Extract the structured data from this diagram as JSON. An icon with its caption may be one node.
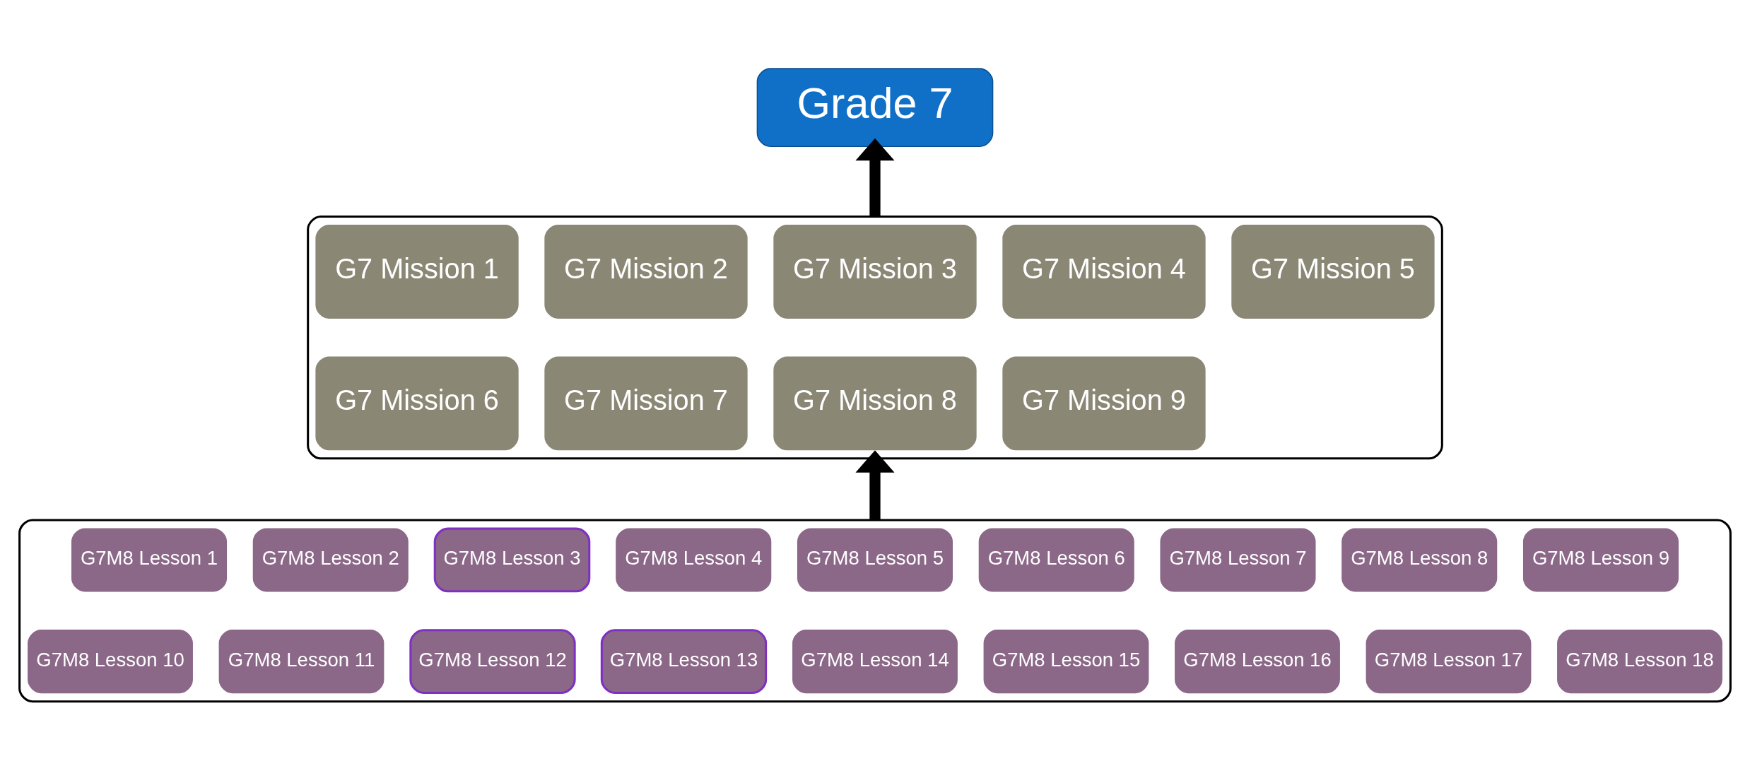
{
  "diagram": {
    "nodes": [
      {
        "text": [
          "Grade 7"
        ]
      },
      {
        "text": [],
        "shape": "box"
      },
      {
        "text": [
          "G7 Mission 1"
        ],
        "in": 1
      },
      {
        "text": [
          "G7 Mission 2"
        ],
        "in": 1
      },
      {
        "text": [
          "G7 Mission 3"
        ],
        "in": 1
      },
      {
        "text": [
          "G7 Mission 4"
        ],
        "in": 1
      },
      {
        "text": [
          "G7 Mission 5"
        ],
        "in": 1
      },
      {
        "text": [
          "G7 Mission 6"
        ],
        "in": 1
      },
      {
        "text": [
          "G7 Mission 7"
        ],
        "in": 1
      },
      {
        "text": [
          "G7 Mission 8"
        ],
        "in": 1
      },
      {
        "text": [
          "G7 Mission 9"
        ],
        "in": 1
      },
      {
        "text": [],
        "shape": "box"
      },
      {
        "text": [
          "G7M8 Lesson 1"
        ],
        "in": 11
      },
      {
        "text": [
          "G7M8 Lesson 2"
        ],
        "in": 11
      },
      {
        "text": [
          "G7M8 Lesson 3"
        ],
        "in": 11
      },
      {
        "text": [
          "G7M8 Lesson 4"
        ],
        "in": 11
      },
      {
        "text": [
          "G7M8 Lesson 5"
        ],
        "in": 11
      },
      {
        "text": [
          "G7M8 Lesson 6"
        ],
        "in": 11
      },
      {
        "text": [
          "G7M8 Lesson 7"
        ],
        "in": 11
      },
      {
        "text": [
          "G7M8 Lesson 8"
        ],
        "in": 11
      },
      {
        "text": [
          "G7M8 Lesson 9"
        ],
        "in": 11
      },
      {
        "text": [
          "G7M8 Lesson 10"
        ],
        "in": 11
      },
      {
        "text": [
          "G7M8 Lesson 11"
        ],
        "in": 11
      },
      {
        "text": [
          "G7M8 Lesson 12"
        ],
        "in": 11
      },
      {
        "text": [
          "G7M8 Lesson 13"
        ],
        "in": 11
      },
      {
        "text": [
          "G7M8 Lesson 14"
        ],
        "in": 11
      },
      {
        "text": [
          "G7M8 Lesson 15"
        ],
        "in": 11
      },
      {
        "text": [
          "G7M8 Lesson 16"
        ],
        "in": 11
      },
      {
        "text": [
          "G7M8 Lesson 17"
        ],
        "in": 11
      },
      {
        "text": [
          "G7M8 Lesson 18"
        ],
        "in": 11
      }
    ],
    "edges": [
      {
        "from": 11,
        "to": 1,
        "arrow": "to"
      },
      {
        "from": 1,
        "to": 0,
        "arrow": "to"
      }
    ]
  }
}
